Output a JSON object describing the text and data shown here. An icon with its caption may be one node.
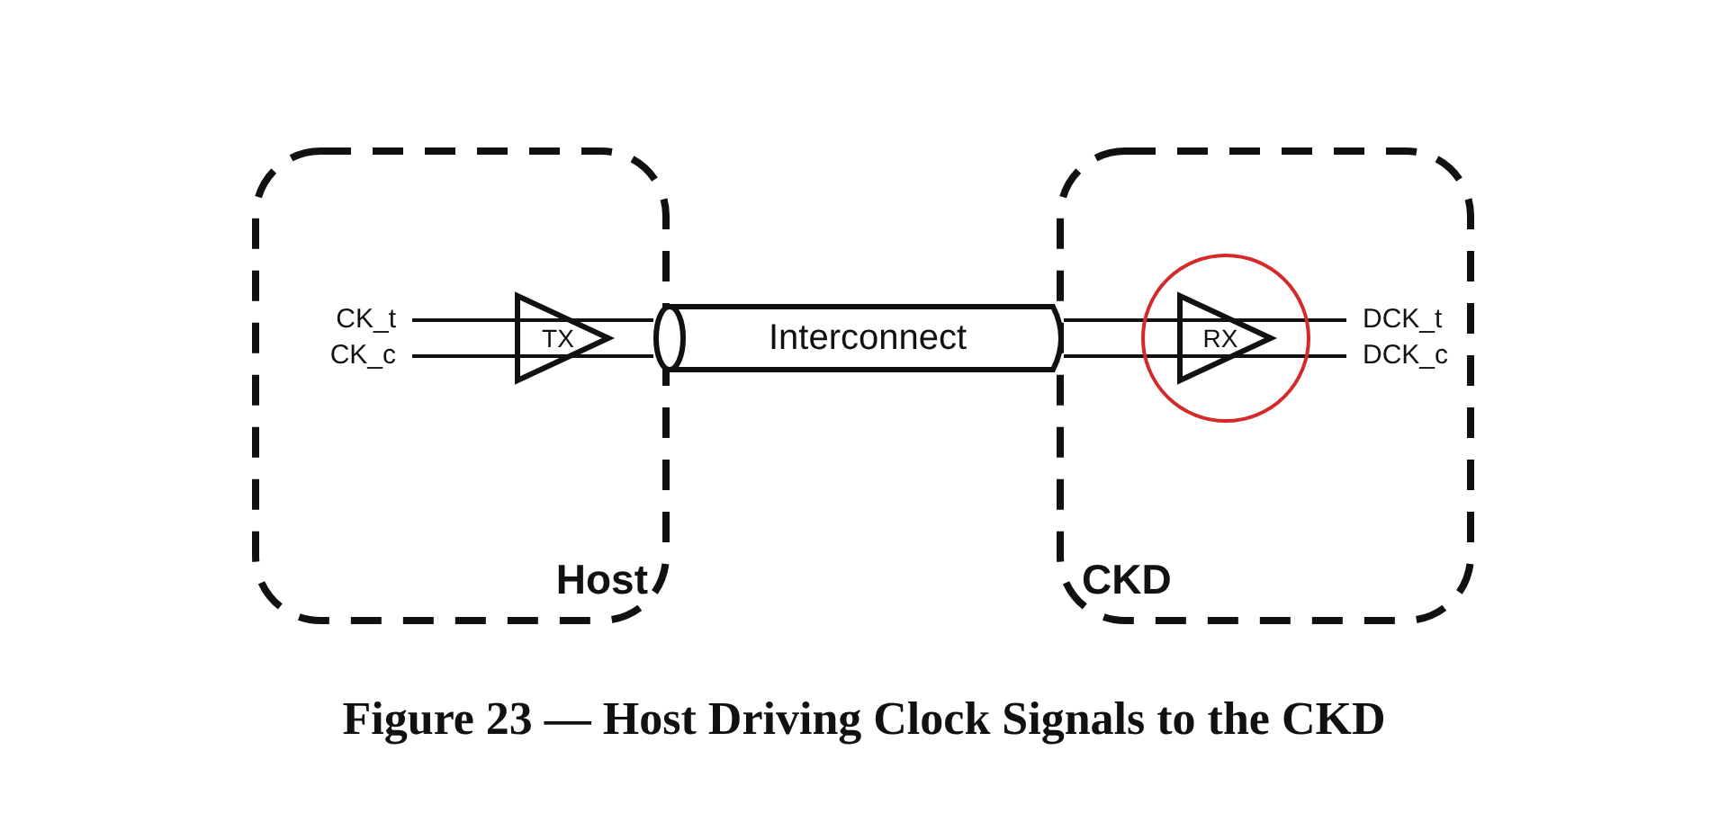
{
  "diagram": {
    "caption": "Figure 23 — Host Driving Clock Signals to the CKD",
    "nodes": [
      {
        "text": [
          "Host"
        ]
      },
      {
        "text": [
          "CK_t"
        ],
        "in": 0
      },
      {
        "text": [
          "CK_c"
        ],
        "in": 0
      },
      {
        "text": [
          "TX"
        ],
        "in": 0
      },
      {
        "text": [
          "Interconnect"
        ]
      },
      {
        "text": [
          "CKD"
        ]
      },
      {
        "text": [],
        "shape": "circle",
        "in": 5
      },
      {
        "text": [
          "RX"
        ],
        "in": 6
      },
      {
        "text": [
          "DCK_t"
        ],
        "in": 5
      },
      {
        "text": [
          "DCK_c"
        ],
        "in": 5
      }
    ],
    "edges": [
      {
        "from": 1,
        "to": 3,
        "arrow": "none"
      },
      {
        "from": 2,
        "to": 3,
        "arrow": "none"
      },
      {
        "from": 3,
        "to": 4,
        "arrow": "none"
      },
      {
        "from": 3,
        "to": 4,
        "arrow": "none"
      },
      {
        "from": 4,
        "to": 7,
        "arrow": "none"
      },
      {
        "from": 4,
        "to": 7,
        "arrow": "none"
      },
      {
        "from": 7,
        "to": 8,
        "arrow": "none"
      },
      {
        "from": 7,
        "to": 9,
        "arrow": "none"
      }
    ]
  }
}
